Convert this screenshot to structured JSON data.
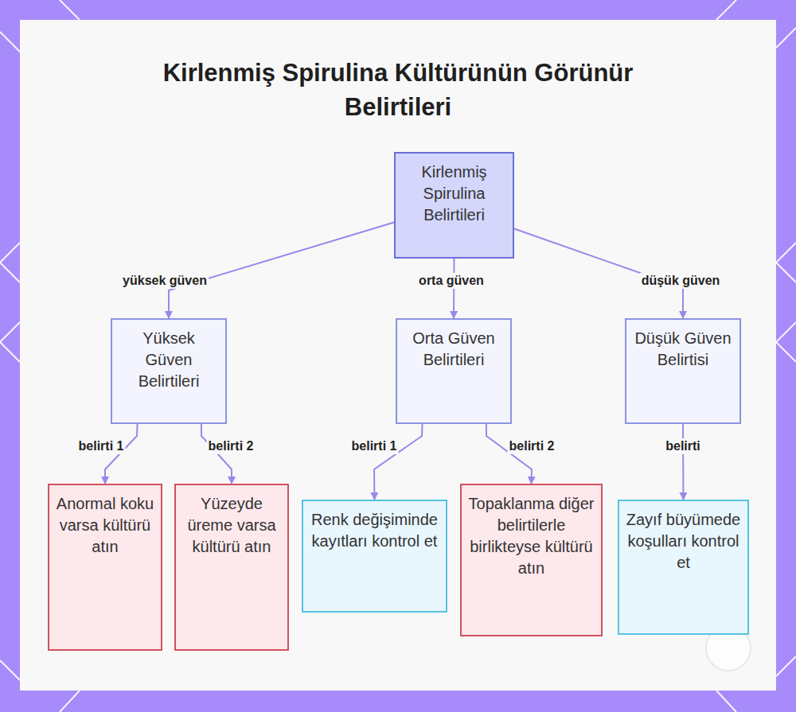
{
  "diagram": {
    "title": "Kirlenmiş Spirulina Kültürünün Görünür Belirtileri",
    "nodes": [
      {
        "text": [
          "Kirlenmiş Spirulina Belirtileri"
        ]
      },
      {
        "text": [
          "Yüksek Güven Belirtileri"
        ]
      },
      {
        "text": [
          "Orta Güven Belirtileri"
        ]
      },
      {
        "text": [
          "Düşük Güven Belirtisi"
        ]
      },
      {
        "text": [
          "Anormal koku varsa kültürü atın"
        ]
      },
      {
        "text": [
          "Yüzeyde üreme varsa kültürü atın"
        ]
      },
      {
        "text": [
          "Renk değişiminde kayıtları kontrol et"
        ]
      },
      {
        "text": [
          "Topaklanma diğer belirtilerle birlikteyse kültürü atın"
        ]
      },
      {
        "text": [
          "Zayıf büyümede koşulları kontrol et"
        ]
      }
    ],
    "edges": [
      {
        "from": 0,
        "to": 1,
        "label": "yüksek güven",
        "arrow": "to"
      },
      {
        "from": 0,
        "to": 2,
        "label": "orta güven",
        "arrow": "to"
      },
      {
        "from": 0,
        "to": 3,
        "label": "düşük güven",
        "arrow": "to"
      },
      {
        "from": 1,
        "to": 4,
        "label": "belirti 1",
        "arrow": "to"
      },
      {
        "from": 1,
        "to": 5,
        "label": "belirti 2",
        "arrow": "to"
      },
      {
        "from": 2,
        "to": 6,
        "label": "belirti 1",
        "arrow": "to"
      },
      {
        "from": 2,
        "to": 7,
        "label": "belirti 2",
        "arrow": "to"
      },
      {
        "from": 3,
        "to": 8,
        "label": "belirti",
        "arrow": "to"
      }
    ]
  }
}
